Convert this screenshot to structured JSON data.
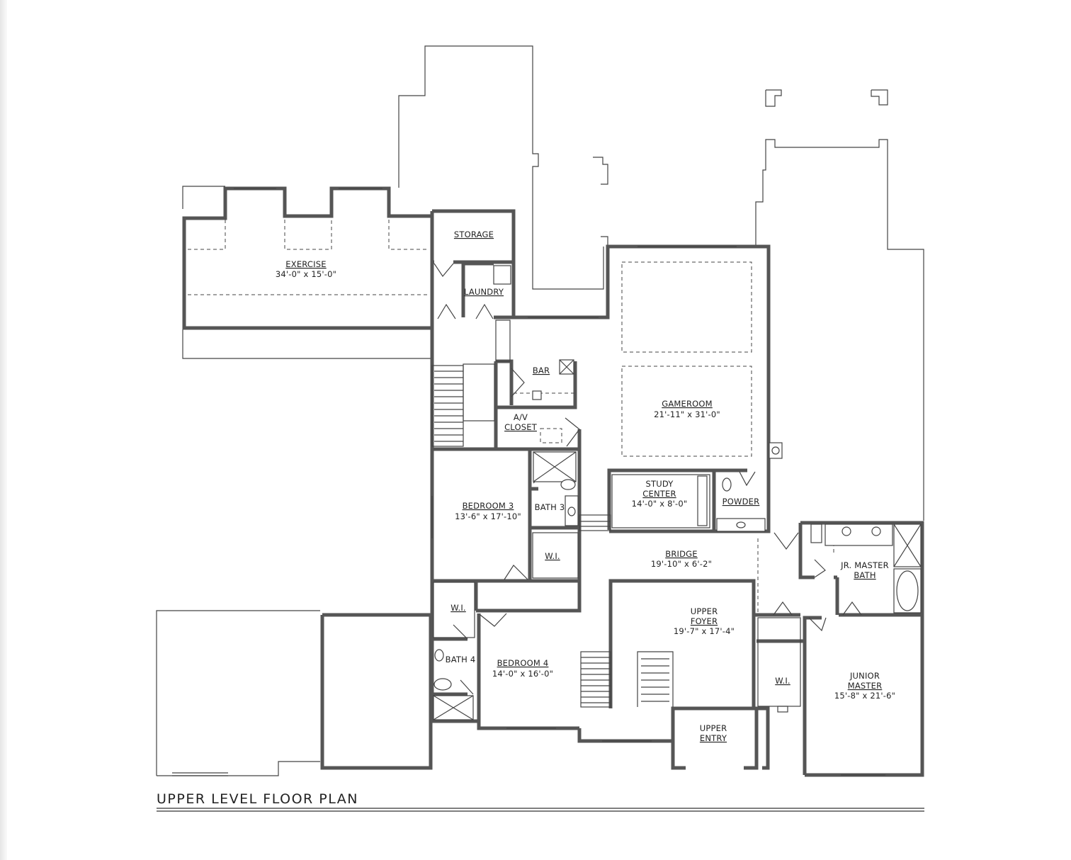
{
  "plan_title": "UPPER LEVEL FLOOR PLAN",
  "rooms": {
    "storage": "STORAGE",
    "exercise": {
      "name": "EXERCISE",
      "size": "34'-0\" x 15'-0\""
    },
    "laundry": "LAUNDRY",
    "bar": "BAR",
    "av_closet_1": "A/V",
    "av_closet_2": "CLOSET",
    "gameroom": {
      "name": "GAMEROOM",
      "size": "21'-11\" x 31'-0\""
    },
    "bedroom3": {
      "name": "BEDROOM 3",
      "size": "13'-6\" x 17'-10\""
    },
    "bath3": "BATH 3",
    "wi_bath3": "W.I.",
    "study_1": "STUDY",
    "study_2": "CENTER",
    "study_size": "14'-0\" x 8'-0\"",
    "powder": "POWDER",
    "bridge": {
      "name": "BRIDGE",
      "size": "19'-10\" x 6'-2\""
    },
    "jr_bath_1": "JR. MASTER",
    "jr_bath_2": "BATH",
    "wi_bed4": "W.I.",
    "bath4": "BATH 4",
    "bedroom4": {
      "name": "BEDROOM 4",
      "size": "14'-0\" x 16'-0\""
    },
    "foyer_1": "UPPER",
    "foyer_2": "FOYER",
    "foyer_size": "19'-7\" x 17'-4\"",
    "wi_junior": "W.I.",
    "junior_1": "JUNIOR",
    "junior_2": "MASTER",
    "junior_size": "15'-8\" x 21'-6\"",
    "entry_1": "UPPER",
    "entry_2": "ENTRY"
  }
}
